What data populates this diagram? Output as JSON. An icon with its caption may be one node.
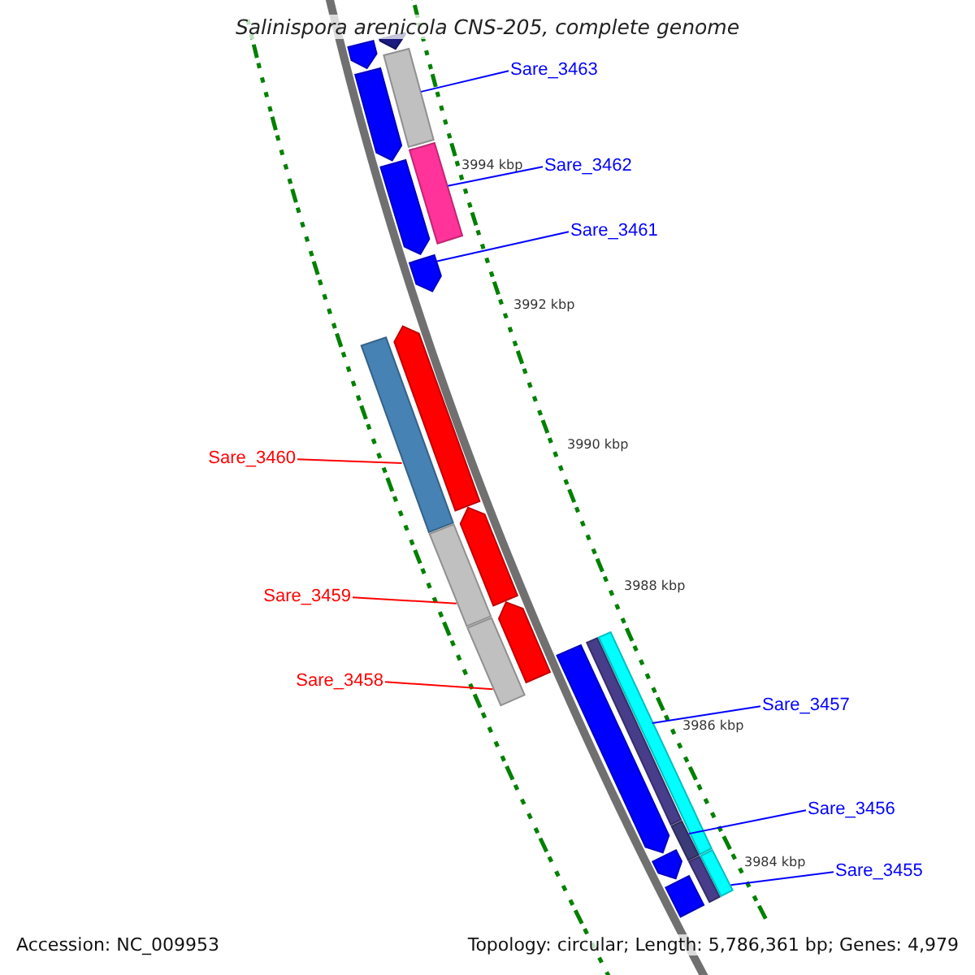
{
  "diagram": {
    "title": "Salinispora arenicola CNS-205, complete genome",
    "nodes": [
      {
        "text": [
          "Sare_3463"
        ]
      },
      {
        "text": [
          "Sare_3462"
        ]
      },
      {
        "text": [
          "Sare_3461"
        ]
      },
      {
        "text": [
          "Sare_3460"
        ]
      },
      {
        "text": [
          "Sare_3459"
        ]
      },
      {
        "text": [
          "Sare_3458"
        ]
      },
      {
        "text": [
          "Sare_3457"
        ]
      },
      {
        "text": [
          "Sare_3456"
        ]
      },
      {
        "text": [
          "Sare_3455"
        ]
      },
      {
        "text": [],
        "shape": "bar"
      },
      {
        "text": [],
        "shape": "bar"
      },
      {
        "text": [],
        "shape": "bar"
      },
      {
        "text": [],
        "shape": "bar"
      },
      {
        "text": [],
        "shape": "bar"
      },
      {
        "text": [],
        "shape": "bar"
      },
      {
        "text": [],
        "shape": "bar"
      },
      {
        "text": [],
        "shape": "bar"
      },
      {
        "text": [],
        "shape": "bar"
      },
      {
        "text": [],
        "shape": "bar"
      },
      {
        "text": [],
        "shape": "bar"
      },
      {
        "text": [],
        "shape": "bar"
      },
      {
        "text": [],
        "shape": "bar"
      },
      {
        "text": [],
        "shape": "bar"
      },
      {
        "text": [],
        "shape": "bar"
      },
      {
        "text": [],
        "shape": "bar"
      },
      {
        "text": [],
        "shape": "bar"
      },
      {
        "text": [],
        "shape": "bar"
      },
      {
        "text": [],
        "shape": "bar"
      },
      {
        "text": [],
        "shape": "bar"
      },
      {
        "text": [],
        "shape": "bar"
      }
    ],
    "edges": [
      {
        "from": 0,
        "to": 12,
        "arrow": "none"
      },
      {
        "from": 1,
        "to": 14,
        "arrow": "none"
      },
      {
        "from": 2,
        "to": 15,
        "arrow": "none"
      },
      {
        "from": 3,
        "to": 16,
        "arrow": "none",
        "color": "#ff0000"
      },
      {
        "from": 4,
        "to": 18,
        "arrow": "none",
        "color": "#ff0000"
      },
      {
        "from": 5,
        "to": 20,
        "arrow": "none",
        "color": "#ff0000"
      },
      {
        "from": 6,
        "to": 24,
        "arrow": "none"
      },
      {
        "from": 7,
        "to": 25,
        "arrow": "none"
      },
      {
        "from": 8,
        "to": 29,
        "arrow": "none"
      }
    ],
    "labels": [
      "3994 kbp",
      "3992 kbp",
      "3990 kbp",
      "3988 kbp",
      "3986 kbp",
      "3984 kbp",
      "Accession: NC_009953",
      "Topology: circular; Length: 5,786,361 bp; Genes: 4,979"
    ]
  }
}
